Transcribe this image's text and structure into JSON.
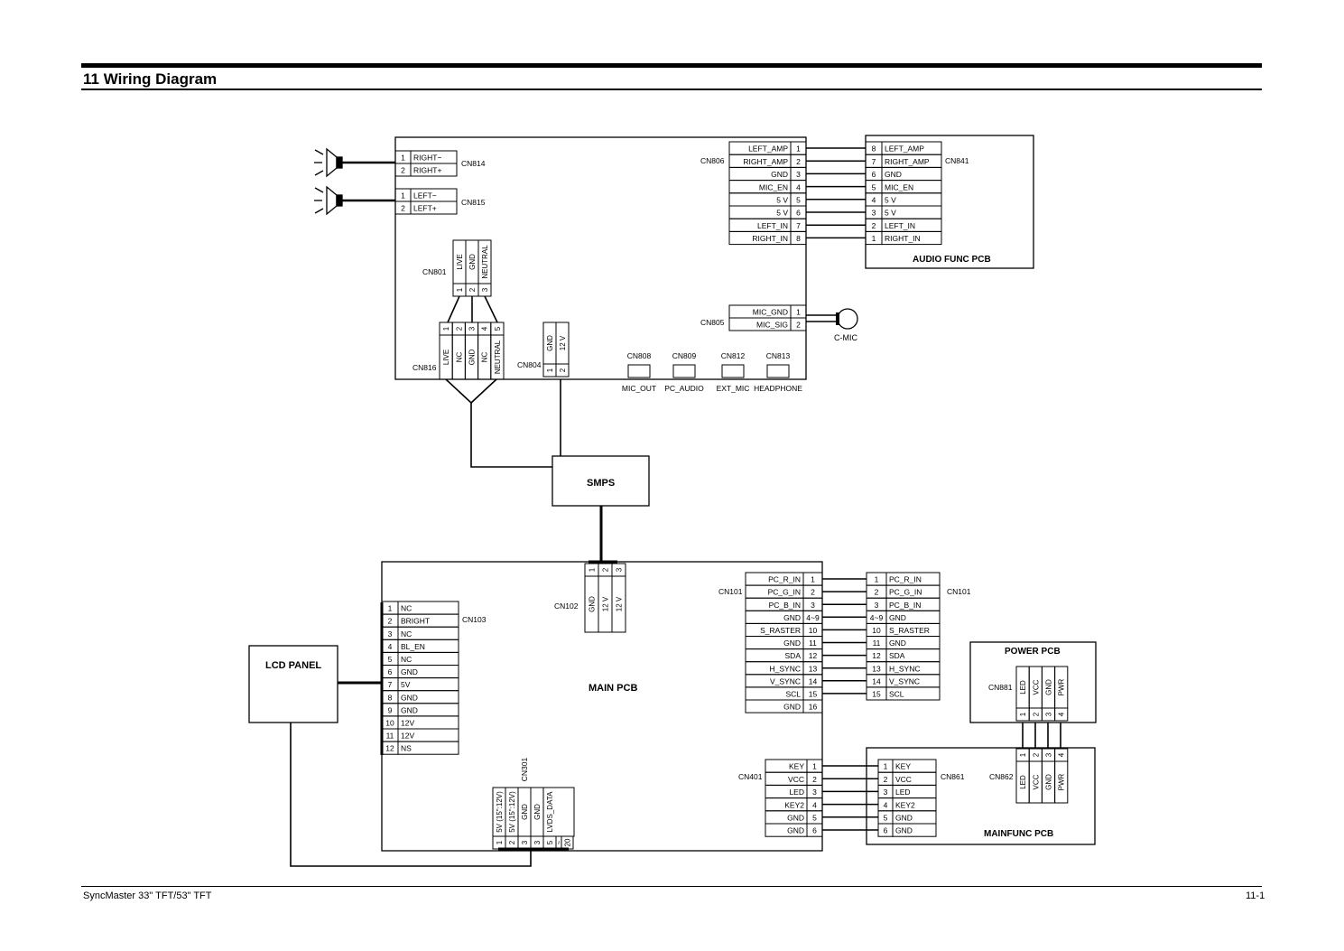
{
  "header": {
    "title": "11 Wiring Diagram"
  },
  "footer": {
    "model": "SyncMaster 33\" TFT/53\" TFT",
    "page": "11-1"
  },
  "blocks": {
    "audio_func": "AUDIO FUNC PCB",
    "smps": "SMPS",
    "main": "MAIN PCB",
    "lcd": "LCD PANEL",
    "power": "POWER PCB",
    "main_func": "MAINFUNC PCB",
    "mic": "C-MIC"
  },
  "connectors": {
    "cn814": {
      "name": "CN814",
      "pins": [
        [
          "1",
          "RIGHT−"
        ],
        [
          "2",
          "RIGHT+"
        ]
      ]
    },
    "cn815": {
      "name": "CN815",
      "pins": [
        [
          "1",
          "LEFT−"
        ],
        [
          "2",
          "LEFT+"
        ]
      ]
    },
    "cn806": {
      "name": "CN806",
      "pins": [
        [
          "LEFT_AMP",
          "1"
        ],
        [
          "RIGHT_AMP",
          "2"
        ],
        [
          "GND",
          "3"
        ],
        [
          "MIC_EN",
          "4"
        ],
        [
          "5 V",
          "5"
        ],
        [
          "5 V",
          "6"
        ],
        [
          "LEFT_IN",
          "7"
        ],
        [
          "RIGHT_IN",
          "8"
        ]
      ]
    },
    "cn841": {
      "name": "CN841",
      "pins": [
        [
          "8",
          "LEFT_AMP"
        ],
        [
          "7",
          "RIGHT_AMP"
        ],
        [
          "6",
          "GND"
        ],
        [
          "5",
          "MIC_EN"
        ],
        [
          "4",
          "5 V"
        ],
        [
          "3",
          "5 V"
        ],
        [
          "2",
          "LEFT_IN"
        ],
        [
          "1",
          "RIGHT_IN"
        ]
      ]
    },
    "cn805": {
      "name": "CN805",
      "pins": [
        [
          "MIC_GND",
          "1"
        ],
        [
          "MIC_SIG",
          "2"
        ]
      ]
    },
    "cn801": {
      "name": "CN801",
      "pins": [
        [
          "1",
          "LIVE"
        ],
        [
          "2",
          "GND"
        ],
        [
          "3",
          "NEUTRAL"
        ]
      ]
    },
    "cn816": {
      "name": "CN816",
      "pins": [
        [
          "1",
          "LIVE"
        ],
        [
          "2",
          "NC"
        ],
        [
          "3",
          "GND"
        ],
        [
          "4",
          "NC"
        ],
        [
          "5",
          "NEUTRAL"
        ]
      ]
    },
    "cn804": {
      "name": "CN804",
      "pins": [
        [
          "1",
          "GND"
        ],
        [
          "2",
          "12 V"
        ]
      ]
    },
    "jacks": [
      {
        "name": "CN808",
        "label": "MIC_OUT"
      },
      {
        "name": "CN809",
        "label": "PC_AUDIO"
      },
      {
        "name": "CN812",
        "label": "EXT_MIC"
      },
      {
        "name": "CN813",
        "label": "HEADPHONE"
      }
    ],
    "cn102": {
      "name": "CN102",
      "pins": [
        [
          "1",
          "GND"
        ],
        [
          "2",
          "12 V"
        ],
        [
          "3",
          "12 V"
        ]
      ]
    },
    "cn103": {
      "name": "CN103",
      "pins": [
        [
          "1",
          "NC"
        ],
        [
          "2",
          "BRIGHT"
        ],
        [
          "3",
          "NC"
        ],
        [
          "4",
          "BL_EN"
        ],
        [
          "5",
          "NC"
        ],
        [
          "6",
          "GND"
        ],
        [
          "7",
          "5V"
        ],
        [
          "8",
          "GND"
        ],
        [
          "9",
          "GND"
        ],
        [
          "10",
          "12V"
        ],
        [
          "11",
          "12V"
        ],
        [
          "12",
          "NS"
        ]
      ]
    },
    "cn101_main": {
      "name": "CN101",
      "pins": [
        [
          "PC_R_IN",
          "1"
        ],
        [
          "PC_G_IN",
          "2"
        ],
        [
          "PC_B_IN",
          "3"
        ],
        [
          "GND",
          "4~9"
        ],
        [
          "S_RASTER",
          "10"
        ],
        [
          "GND",
          "11"
        ],
        [
          "SDA",
          "12"
        ],
        [
          "H_SYNC",
          "13"
        ],
        [
          "V_SYNC",
          "14"
        ],
        [
          "SCL",
          "15"
        ],
        [
          "GND",
          "16"
        ]
      ]
    },
    "cn101_ext": {
      "name": "CN101",
      "pins": [
        [
          "1",
          "PC_R_IN"
        ],
        [
          "2",
          "PC_G_IN"
        ],
        [
          "3",
          "PC_B_IN"
        ],
        [
          "4~9",
          "GND"
        ],
        [
          "10",
          "S_RASTER"
        ],
        [
          "11",
          "GND"
        ],
        [
          "12",
          "SDA"
        ],
        [
          "13",
          "H_SYNC"
        ],
        [
          "14",
          "V_SYNC"
        ],
        [
          "15",
          "SCL"
        ]
      ]
    },
    "cn401": {
      "name": "CN401",
      "pins": [
        [
          "KEY",
          "1"
        ],
        [
          "VCC",
          "2"
        ],
        [
          "LED",
          "3"
        ],
        [
          "KEY2",
          "4"
        ],
        [
          "GND",
          "5"
        ],
        [
          "GND",
          "6"
        ]
      ]
    },
    "cn861": {
      "name": "CN861",
      "pins": [
        [
          "1",
          "KEY"
        ],
        [
          "2",
          "VCC"
        ],
        [
          "3",
          "LED"
        ],
        [
          "4",
          "KEY2"
        ],
        [
          "5",
          "GND"
        ],
        [
          "6",
          "GND"
        ]
      ]
    },
    "cn881": {
      "name": "CN881",
      "pins": [
        [
          "1",
          "LED"
        ],
        [
          "2",
          "VCC"
        ],
        [
          "3",
          "GND"
        ],
        [
          "4",
          "PWR"
        ]
      ]
    },
    "cn862": {
      "name": "CN862",
      "pins": [
        [
          "1",
          "LED"
        ],
        [
          "2",
          "VCC"
        ],
        [
          "3",
          "GND"
        ],
        [
          "4",
          "PWR"
        ]
      ]
    },
    "cn301": {
      "name": "CN301",
      "pins": [
        [
          "1",
          "5V (15\":12V)"
        ],
        [
          "2",
          "5V (15\":12V)"
        ],
        [
          "3",
          "GND"
        ],
        [
          "3",
          "GND"
        ],
        [
          "5",
          "LVDS_DATA"
        ],
        [
          "~",
          ""
        ],
        [
          "20",
          ""
        ]
      ]
    }
  }
}
